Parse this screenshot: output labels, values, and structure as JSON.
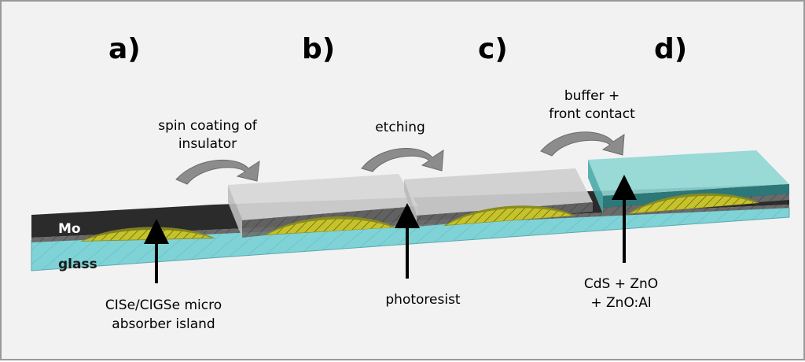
{
  "steps": {
    "a": "a)",
    "b": "b)",
    "c": "c)",
    "d": "d)"
  },
  "process_labels": {
    "step1_line1": "spin coating of",
    "step1_line2": "insulator",
    "step2": "etching",
    "step3_line1": "buffer +",
    "step3_line2": "front contact"
  },
  "layer_labels": {
    "mo": "Mo",
    "glass": "glass"
  },
  "annotations": {
    "absorber_line1": "CISe/CIGSe micro",
    "absorber_line2": "absorber island",
    "photoresist": "photoresist",
    "window_line1": "CdS + ZnO",
    "window_line2": "+ ZnO:Al"
  },
  "colors": {
    "background": "#f2f2f2",
    "glass": "#7fd3d6",
    "mo": "#2e2e2e",
    "absorber": "#c6c32a",
    "insulator": "#c8c8c8",
    "window": "#5cb7b4",
    "arrow": "#808080"
  }
}
